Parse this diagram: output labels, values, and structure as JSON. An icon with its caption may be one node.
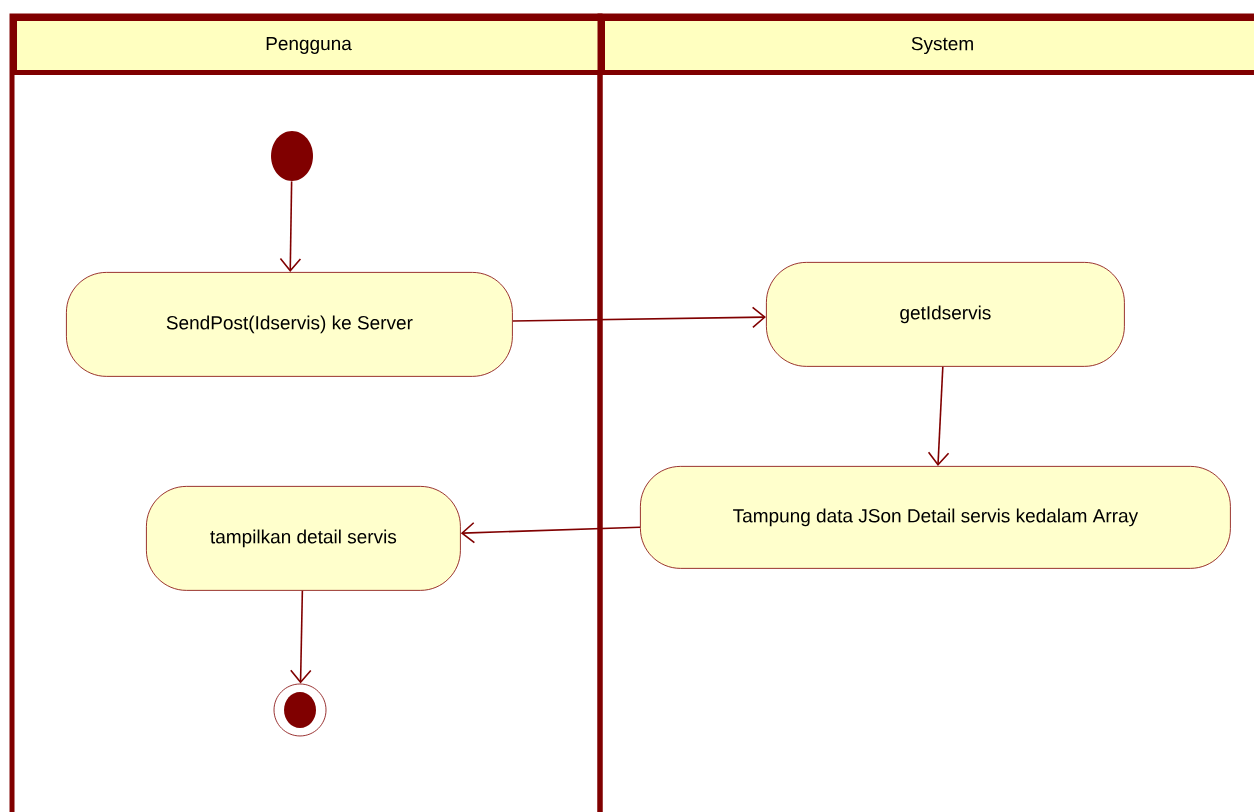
{
  "diagram": {
    "nodes": [
      {
        "text": [
          "Pengguna"
        ]
      },
      {
        "text": [
          "System"
        ]
      },
      {
        "text": [],
        "shape": "circle",
        "in": 0
      },
      {
        "text": [
          "SendPost(Idservis) ke Server"
        ],
        "in": 0
      },
      {
        "text": [
          "getIdservis"
        ],
        "in": 1
      },
      {
        "text": [
          "Tampung data JSon Detail servis kedalam Array"
        ],
        "in": 1
      },
      {
        "text": [
          "tampilkan detail servis"
        ],
        "in": 0
      },
      {
        "text": [],
        "shape": "circle",
        "in": 0
      }
    ],
    "edges": [
      {
        "from": 2,
        "to": 3,
        "arrow": "to"
      },
      {
        "from": 3,
        "to": 4,
        "arrow": "to"
      },
      {
        "from": 4,
        "to": 5,
        "arrow": "to"
      },
      {
        "from": 5,
        "to": 6,
        "arrow": "to"
      },
      {
        "from": 6,
        "to": 7,
        "arrow": "to"
      }
    ]
  }
}
